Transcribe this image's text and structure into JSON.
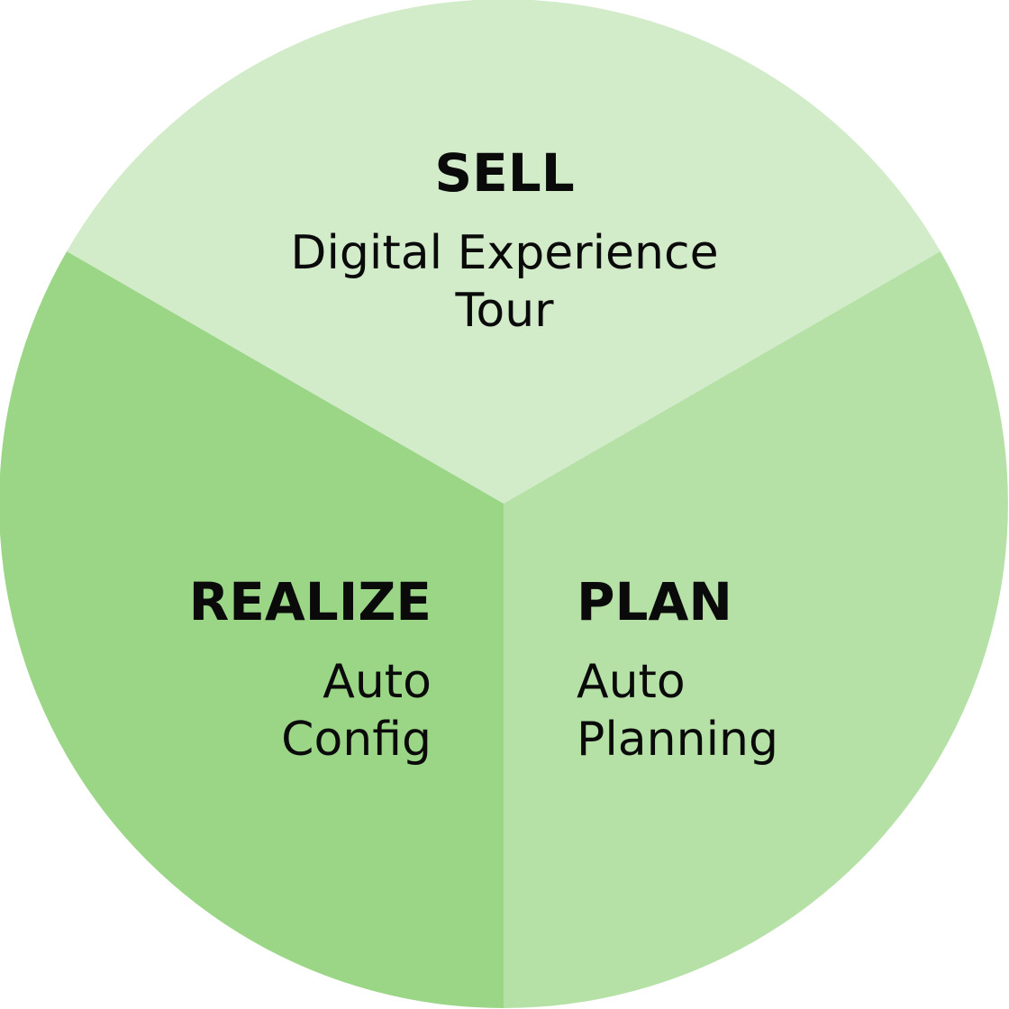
{
  "wheel": {
    "segments": [
      {
        "id": "sell",
        "title": "SELL",
        "lines": [
          "Digital Experience",
          "Tour"
        ],
        "color": "#d2ecca"
      },
      {
        "id": "plan",
        "title": "PLAN",
        "lines": [
          "Auto",
          "Planning"
        ],
        "color": "#b5e1a6"
      },
      {
        "id": "realize",
        "title": "REALIZE",
        "lines": [
          "Auto",
          "Config"
        ],
        "color": "#9bd687"
      }
    ]
  }
}
